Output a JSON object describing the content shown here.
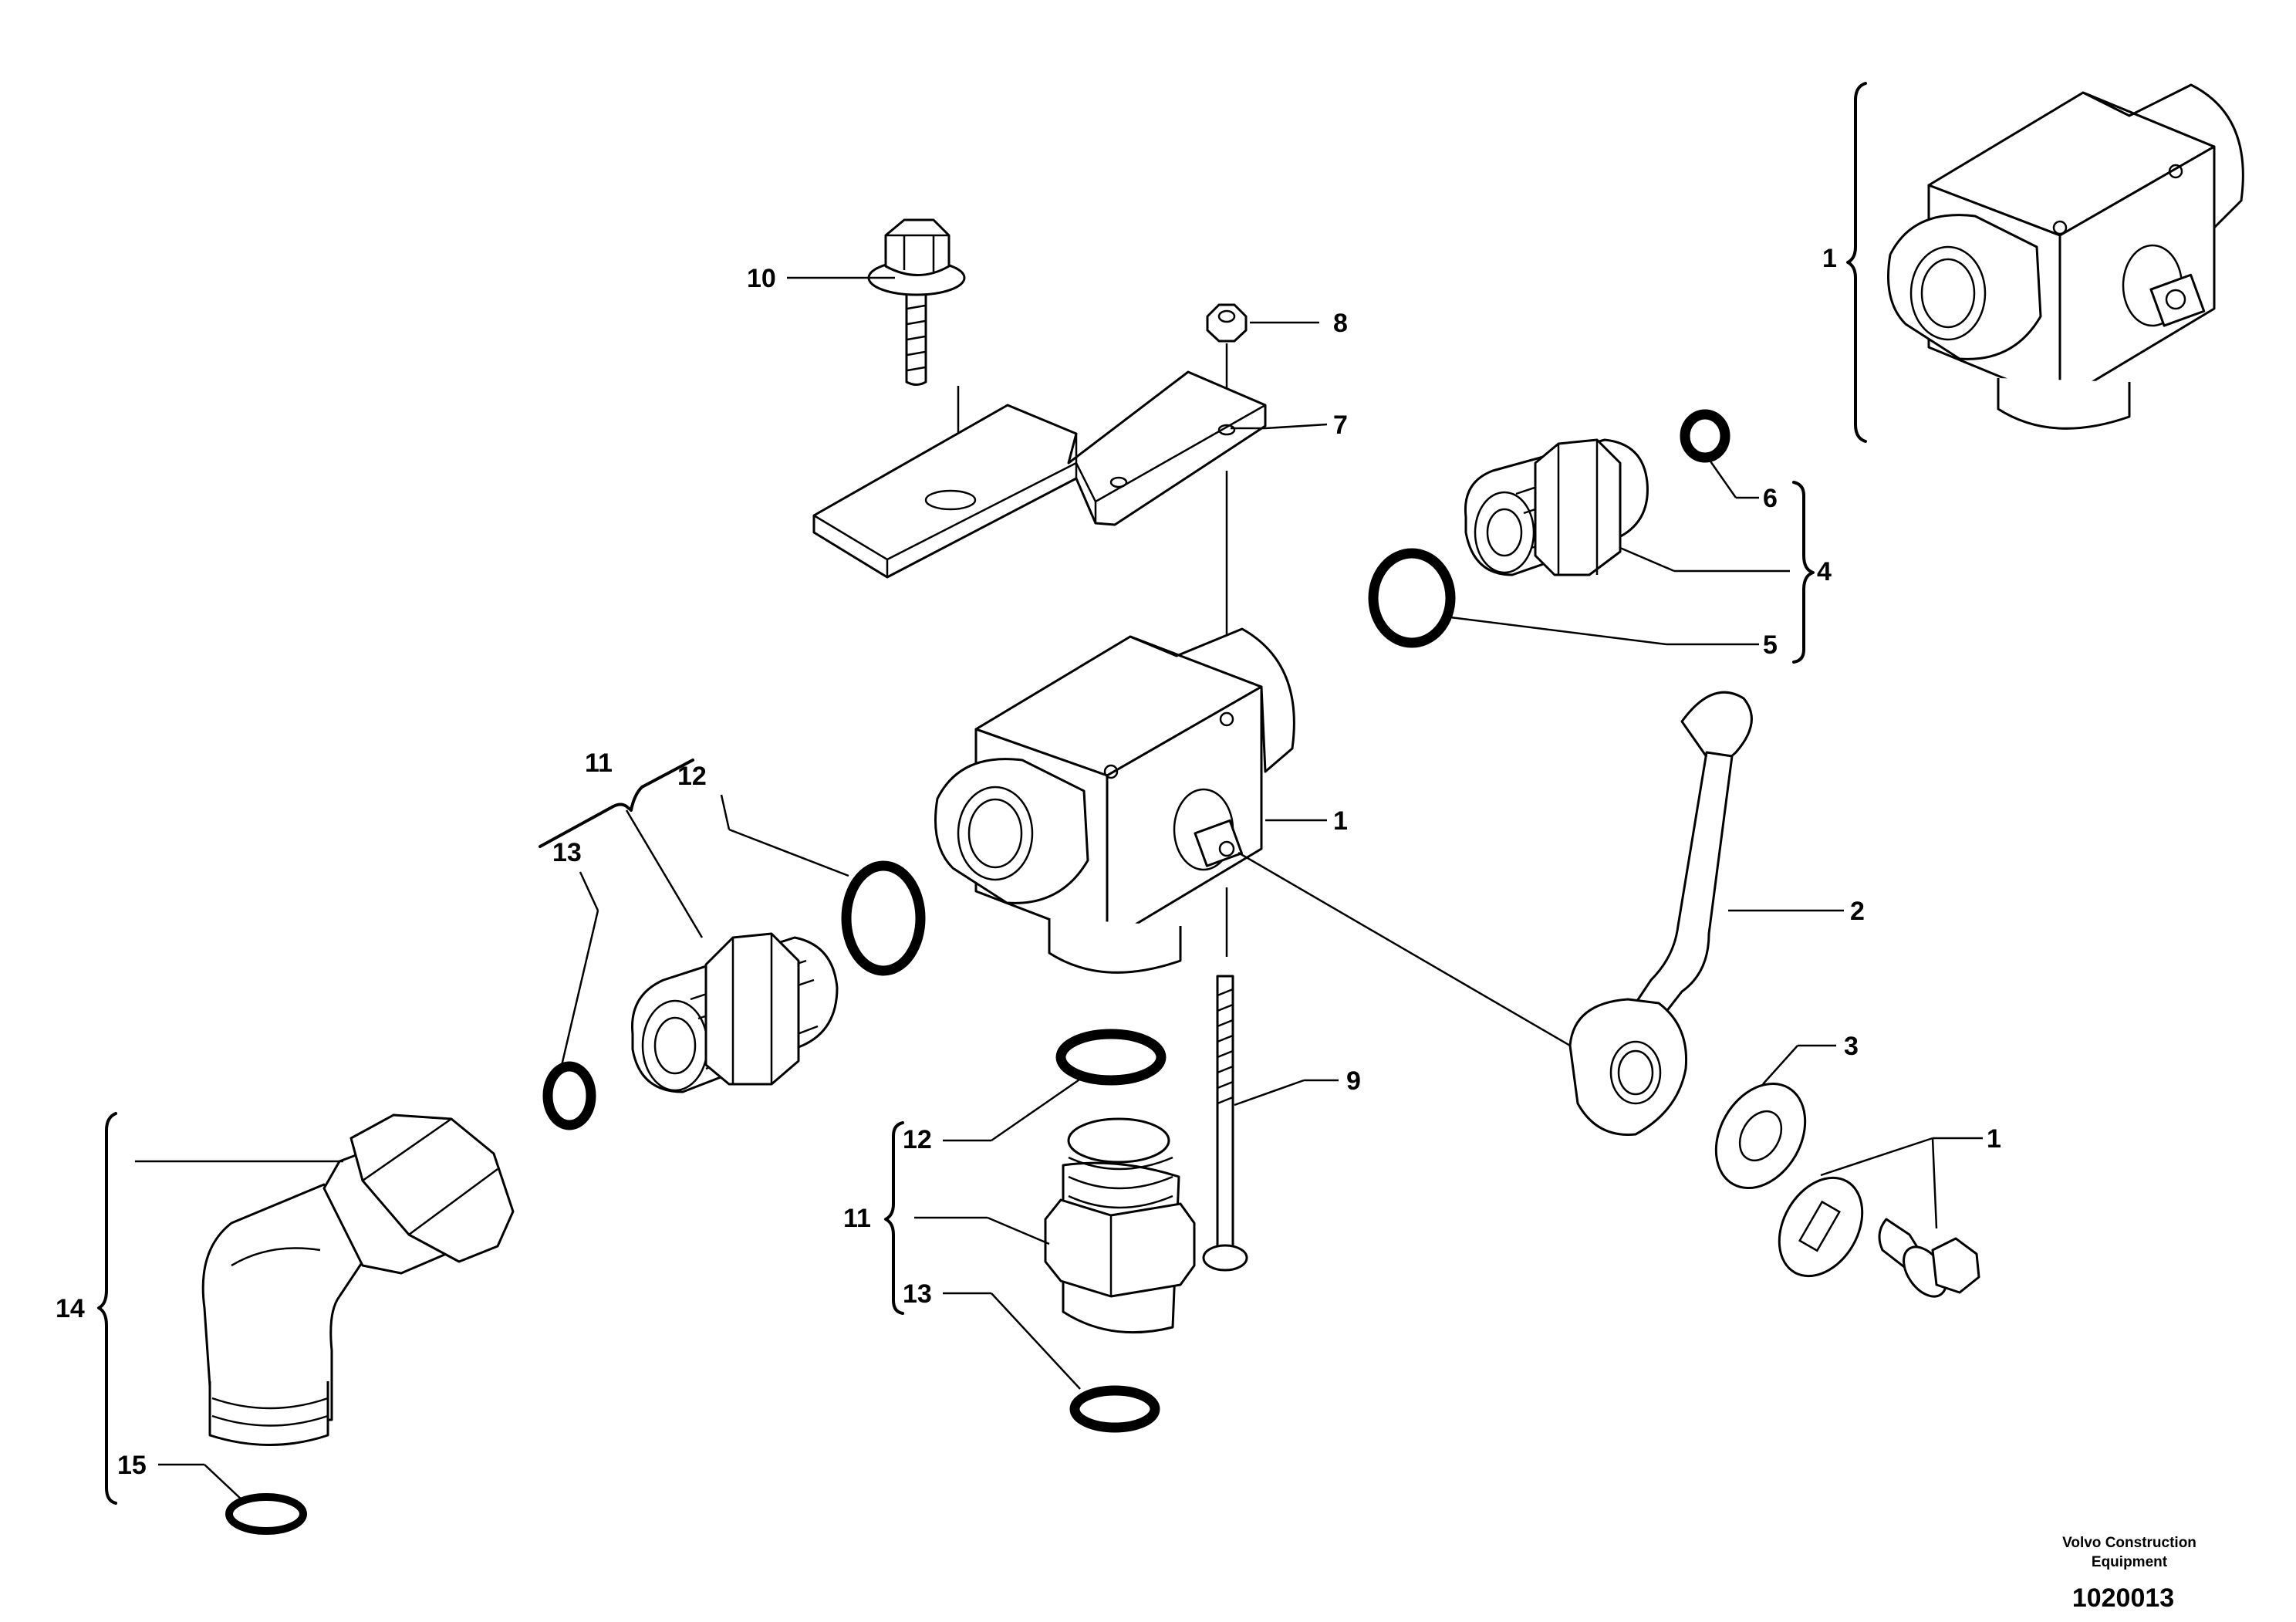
{
  "labels": {
    "upper_valve": "1",
    "lever": "2",
    "washer": "3",
    "adapter_kit": "4",
    "large_seal": "5",
    "small_seal": "6",
    "bracket": "7",
    "nut": "8",
    "long_screw": "9",
    "flange_screw": "10",
    "left_nipple_kit": "11",
    "left_seal_12": "12",
    "left_seal_13": "13",
    "valve_main": "1",
    "bottom_nipple_kit": "11",
    "bottom_seal_12": "12",
    "bottom_seal_13": "13",
    "elbow_kit": "14",
    "elbow_seal": "15",
    "lever_parts": "1"
  },
  "footer": {
    "credit_line1": "Volvo Construction",
    "credit_line2": "Equipment",
    "drawing_number": "1020013"
  }
}
